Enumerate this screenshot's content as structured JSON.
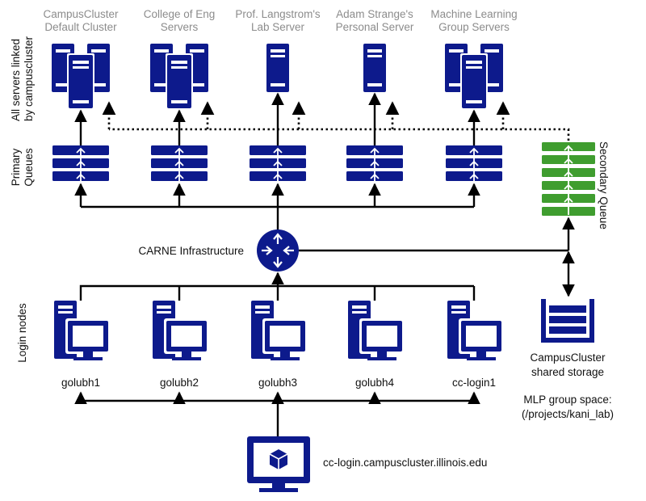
{
  "side_labels": {
    "servers": [
      "All servers linked",
      "by campuscluster"
    ],
    "primary": [
      "Primary",
      "Queues"
    ],
    "secondary": "Secondary Queue",
    "login": "Login nodes"
  },
  "servers": [
    {
      "line1": "CampusCluster",
      "line2": "Default Cluster"
    },
    {
      "line1": "College of Eng",
      "line2": "Servers"
    },
    {
      "line1": "Prof. Langstrom's",
      "line2": "Lab Server"
    },
    {
      "line1": "Adam Strange's",
      "line2": "Personal Server"
    },
    {
      "line1": "Machine Learning",
      "line2": "Group Servers"
    }
  ],
  "router_label": "CARNE Infrastructure",
  "login_nodes": [
    "golubh1",
    "golubh2",
    "golubh3",
    "golubh4",
    "cc-login1"
  ],
  "storage": {
    "line1": "CampusCluster",
    "line2": "shared storage",
    "note1": "MLP group space:",
    "note2": "(/projects/kani_lab)"
  },
  "entry_host": "cc-login.campuscluster.illinois.edu",
  "colors": {
    "primary": "#0d1a8c",
    "secondary": "#3f9d2f",
    "label_muted": "#8c8c8c"
  }
}
